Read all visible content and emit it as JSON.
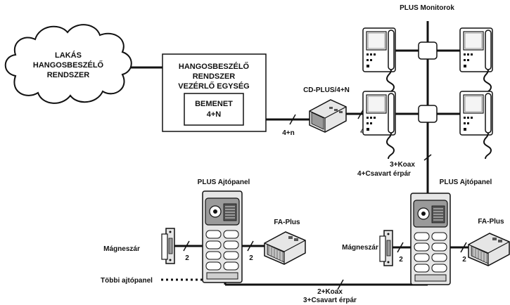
{
  "colors": {
    "line": "#111111",
    "background": "#ffffff",
    "device_gray": "#9a9a9a",
    "device_light": "#e6e6e6"
  },
  "cloud": {
    "line1": "LAKÁS",
    "line2": "HANGOSBESZÉLŐ",
    "line3": "RENDSZER"
  },
  "controller": {
    "line1": "HANGOSBESZÉLŐ",
    "line2": "RENDSZER",
    "line3": "VEZÉRLŐ EGYSÉG"
  },
  "input_box": {
    "line1": "BEMENET",
    "line2": "4+N"
  },
  "converter": {
    "label": "CD-PLUS/4+N"
  },
  "wire_labels": {
    "to_converter": "4+n",
    "from_converter": "4",
    "riser_line1": "3+Koax",
    "riser_line2": "4+Csavart érpár",
    "bus_line1": "2+Koax",
    "bus_line2": "3+Csavart érpár",
    "lock_left": "2",
    "psu_left": "2",
    "lock_right": "2",
    "psu_right": "2"
  },
  "monitors": {
    "label": "PLUS Monitorok",
    "count": 4
  },
  "door_panels": [
    {
      "label": "PLUS Ajtópanel"
    },
    {
      "label": "PLUS Ajtópanel"
    }
  ],
  "locks": [
    {
      "label": "Mágneszár"
    },
    {
      "label": "Mágneszár"
    }
  ],
  "power_supplies": [
    {
      "label": "FA-Plus"
    },
    {
      "label": "FA-Plus"
    }
  ],
  "other_panels": {
    "label": "Többi ajtópanel"
  }
}
